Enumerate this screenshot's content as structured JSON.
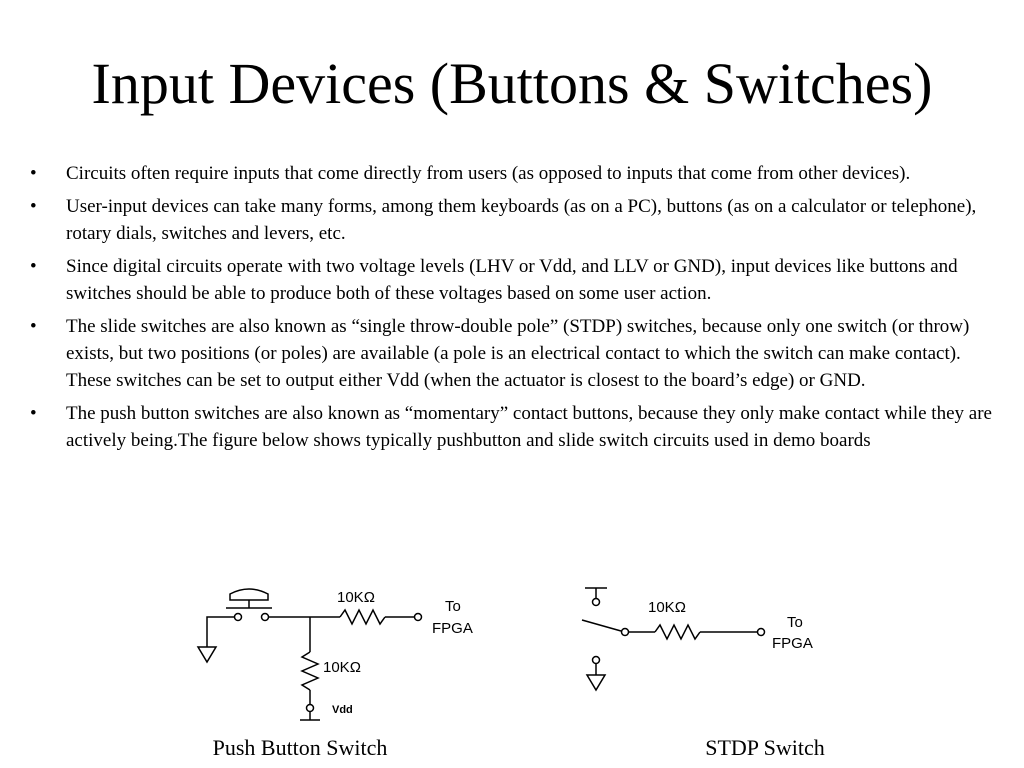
{
  "slide": {
    "title": "Input Devices (Buttons & Switches)",
    "bullet_symbol": "•",
    "bullets": [
      "Circuits often require inputs that come directly from users (as opposed to inputs that come from other devices).",
      "User-input devices can take many forms, among them keyboards (as on a PC), buttons (as on a calculator or telephone), rotary dials, switches and levers, etc.",
      "Since digital circuits operate with two voltage levels (LHV or Vdd, and LLV or GND), input devices like buttons and switches should be able to produce both of these voltages based on some user action.",
      "The slide switches are also known as “single throw-double pole” (STDP) switches, because only one switch (or throw) exists, but two positions (or poles) are available (a pole is an electrical contact to which the switch can make contact). These switches can be set to output either Vdd (when the actuator is closest to the board’s edge) or GND.",
      "The push button switches are also known as “momentary” contact buttons, because they only make contact while they are actively being.The figure below shows typically pushbutton and slide switch circuits used in demo boards"
    ]
  },
  "figures": {
    "push_button": {
      "resistor_top": "10KΩ",
      "resistor_side": "10KΩ",
      "out_label_1": "To",
      "out_label_2": "FPGA",
      "supply_label": "Vdd",
      "caption": "Push Button Switch"
    },
    "stdp": {
      "resistor": "10KΩ",
      "out_label_1": "To",
      "out_label_2": "FPGA",
      "caption": "STDP Switch"
    }
  }
}
